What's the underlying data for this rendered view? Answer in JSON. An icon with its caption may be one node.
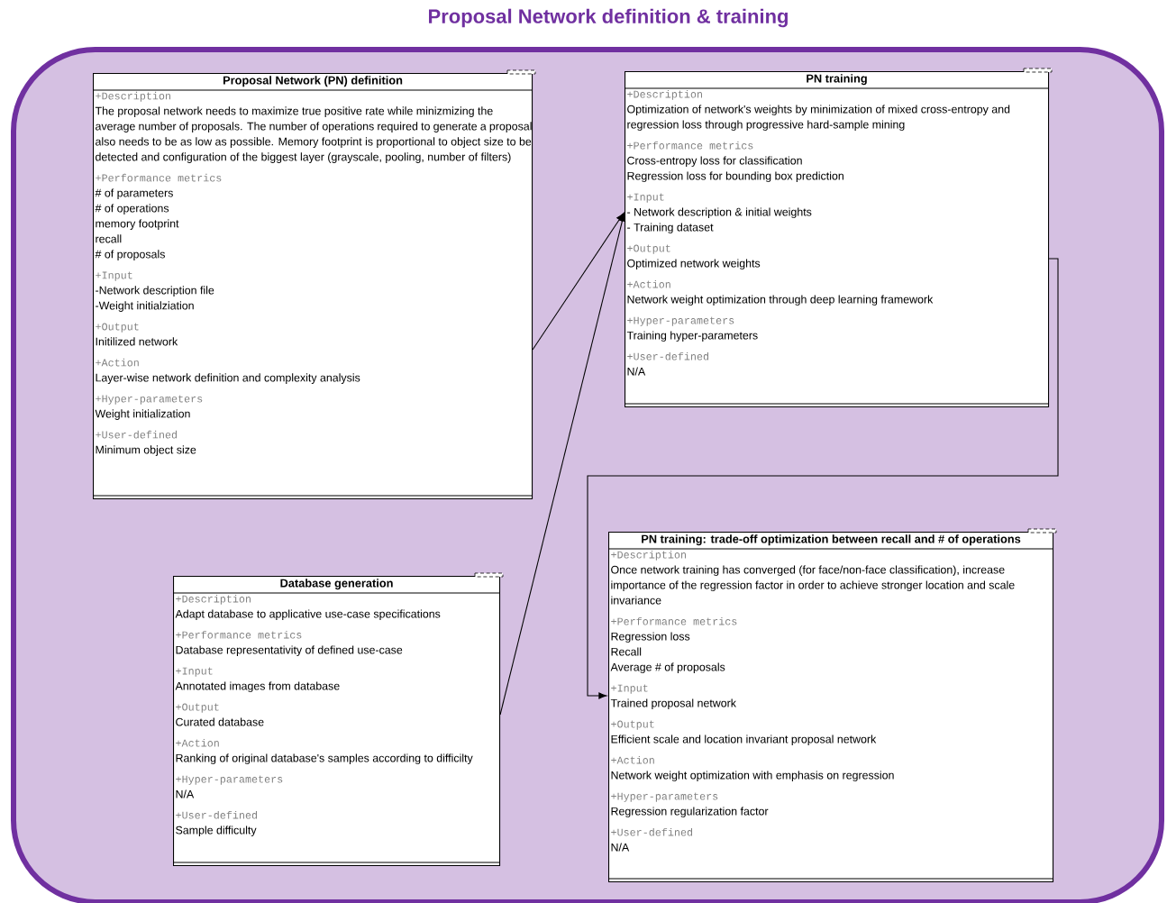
{
  "diagram": {
    "title": "Proposal Network definition & training",
    "nodes": [
      {
        "text": [],
        "shape": "box"
      },
      {
        "text": [
          "Proposal Network (PN) definition",
          "+Description",
          "The proposal network needs to maximize true positive rate while minizmizing the average number of proposals. The number of operations required to generate a proposal also needs to be as low as possible. Memory footprint is proportional to object size to be detected and configuration of the biggest layer (grayscale, pooling, number of filters)",
          "+Performance metrics",
          "# of parameters",
          "# of operations",
          "memory footprint",
          "recall",
          "# of proposals",
          "+Input",
          "-Network description file",
          "-Weight initialziation",
          "+Output",
          "Initilized network",
          "+Action",
          "Layer-wise network definition and complexity analysis",
          "+Hyper-parameters",
          "Weight initialization",
          "+User-defined",
          "Minimum object size"
        ],
        "in": 0
      },
      {
        "text": [
          "PN training",
          "+Description",
          "Optimization of network's weights by minimization of mixed cross-entropy and regression loss through progressive hard-sample mining",
          "+Performance metrics",
          "Cross-entropy loss for classification",
          "Regression loss for bounding box prediction",
          "+Input",
          "- Network description & initial weights",
          "- Training dataset",
          "+Output",
          "Optimized network weights",
          "+Action",
          "Network weight optimization through deep learning framework",
          "+Hyper-parameters",
          "Training hyper-parameters",
          "+User-defined",
          "N/A"
        ],
        "in": 0
      },
      {
        "text": [
          "Database generation",
          "+Description",
          "Adapt database to applicative use-case specifications",
          "+Performance metrics",
          "Database representativity of defined use-case",
          "+Input",
          "Annotated images from database",
          "+Output",
          "Curated database",
          "+Action",
          "Ranking of original database's samples according to difficilty",
          "+Hyper-parameters",
          "N/A",
          "+User-defined",
          "Sample difficulty"
        ],
        "in": 0
      },
      {
        "text": [
          "PN training: trade-off optimization between recall and # of operations",
          "+Description",
          "Once network training has converged (for face/non-face classification), increase importance of the regression factor in order to achieve stronger location and scale invariance",
          "+Performance metrics",
          "Regression loss",
          "Recall",
          "Average # of proposals",
          "+Input",
          "Trained proposal network",
          "+Output",
          "Efficient scale and location invariant proposal network",
          "+Action",
          "Network weight optimization with emphasis on regression",
          "+Hyper-parameters",
          "Regression regularization factor",
          "+User-defined",
          "N/A"
        ],
        "in": 0
      }
    ],
    "edges": [
      {
        "from": 1,
        "to": 2,
        "arrow": "to"
      },
      {
        "from": 3,
        "to": 2,
        "arrow": "to"
      },
      {
        "from": 2,
        "to": 4,
        "arrow": "to"
      }
    ]
  }
}
